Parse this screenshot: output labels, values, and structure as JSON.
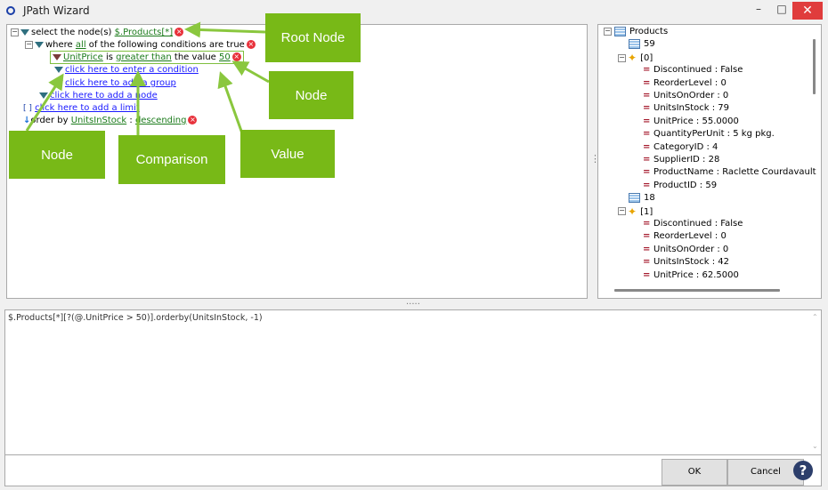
{
  "window": {
    "title": "JPath Wizard",
    "min": "–",
    "max": "□",
    "close": "✕"
  },
  "builder": {
    "row1": {
      "prefix": "select the node(s) ",
      "root": "$.Products[*]"
    },
    "row2": {
      "prefix": "where ",
      "quant": "all",
      "suffix": " of the following conditions are true"
    },
    "row3": {
      "field": "UnitPrice",
      "is": " is ",
      "op": "greater than",
      "the_value": " the  value ",
      "value": "50"
    },
    "row4": {
      "text": "click here to enter a condition"
    },
    "row5": {
      "text": "click here to add a group"
    },
    "row6": {
      "text": "click here to add a node"
    },
    "row7": {
      "bracket": "[ ]",
      "text": "click here to add a limit"
    },
    "row8": {
      "prefix": "order by ",
      "field": "UnitsInStock",
      "sep": " : ",
      "dir": "descending"
    }
  },
  "callouts": {
    "root_node": "Root Node",
    "node_right": "Node",
    "node_left": "Node",
    "comparison": "Comparison",
    "value": "Value"
  },
  "colors": {
    "callout": "#78b917",
    "arrow": "#8ac73e",
    "close": "#e03c3c"
  },
  "splitter": {
    "h_grip": ".....",
    "v_grip": "⋮"
  },
  "tree": {
    "rows": [
      {
        "indent": 0,
        "exp": "−",
        "icon": "grid",
        "text": "Products"
      },
      {
        "indent": 1,
        "exp": "",
        "icon": "grid",
        "text": "59"
      },
      {
        "indent": 1,
        "exp": "−",
        "icon": "star",
        "text": "[0]"
      },
      {
        "indent": 2,
        "exp": "",
        "icon": "eq",
        "text": "Discontinued : False"
      },
      {
        "indent": 2,
        "exp": "",
        "icon": "eq",
        "text": "ReorderLevel : 0"
      },
      {
        "indent": 2,
        "exp": "",
        "icon": "eq",
        "text": "UnitsOnOrder : 0"
      },
      {
        "indent": 2,
        "exp": "",
        "icon": "eq",
        "text": "UnitsInStock : 79"
      },
      {
        "indent": 2,
        "exp": "",
        "icon": "eq",
        "text": "UnitPrice : 55.0000"
      },
      {
        "indent": 2,
        "exp": "",
        "icon": "eq",
        "text": "QuantityPerUnit : 5 kg pkg."
      },
      {
        "indent": 2,
        "exp": "",
        "icon": "eq",
        "text": "CategoryID : 4"
      },
      {
        "indent": 2,
        "exp": "",
        "icon": "eq",
        "text": "SupplierID : 28"
      },
      {
        "indent": 2,
        "exp": "",
        "icon": "eq",
        "text": "ProductName : Raclette Courdavault"
      },
      {
        "indent": 2,
        "exp": "",
        "icon": "eq",
        "text": "ProductID : 59"
      },
      {
        "indent": 1,
        "exp": "",
        "icon": "grid",
        "text": "18"
      },
      {
        "indent": 1,
        "exp": "−",
        "icon": "star",
        "text": "[1]"
      },
      {
        "indent": 2,
        "exp": "",
        "icon": "eq",
        "text": "Discontinued : False"
      },
      {
        "indent": 2,
        "exp": "",
        "icon": "eq",
        "text": "ReorderLevel : 0"
      },
      {
        "indent": 2,
        "exp": "",
        "icon": "eq",
        "text": "UnitsOnOrder : 0"
      },
      {
        "indent": 2,
        "exp": "",
        "icon": "eq",
        "text": "UnitsInStock : 42"
      },
      {
        "indent": 2,
        "exp": "",
        "icon": "eq",
        "text": "UnitPrice : 62.5000"
      }
    ]
  },
  "expression": {
    "text": "$.Products[*][?(@.UnitPrice > 50)].orderby(UnitsInStock, -1)"
  },
  "buttons": {
    "ok": "OK",
    "cancel": "Cancel",
    "help": "?"
  }
}
